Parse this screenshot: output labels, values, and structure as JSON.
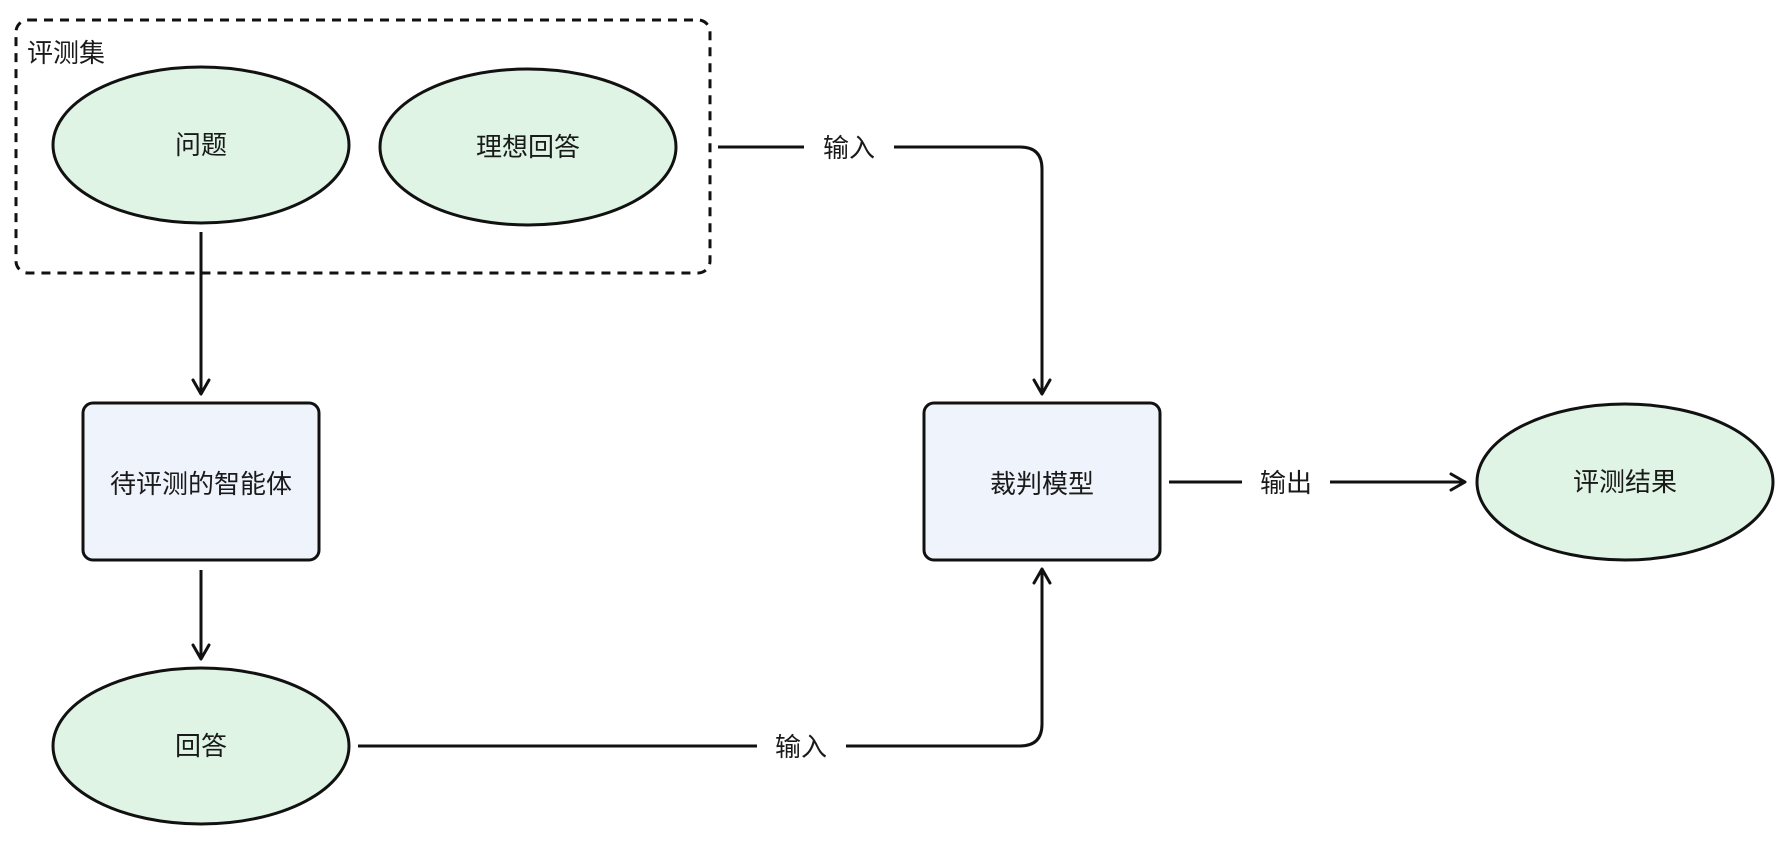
{
  "colors": {
    "ellipse_fill": "#dff4e4",
    "rect_fill": "#eef3fc",
    "stroke": "#111111",
    "background": "#ffffff"
  },
  "group": {
    "label": "评测集"
  },
  "nodes": {
    "question": "问题",
    "ideal_answer": "理想回答",
    "agent": "待评测的智能体",
    "answer": "回答",
    "judge": "裁判模型",
    "result": "评测结果"
  },
  "edges": {
    "dataset_to_judge": "输入",
    "answer_to_judge": "输入",
    "judge_to_result": "输出"
  }
}
